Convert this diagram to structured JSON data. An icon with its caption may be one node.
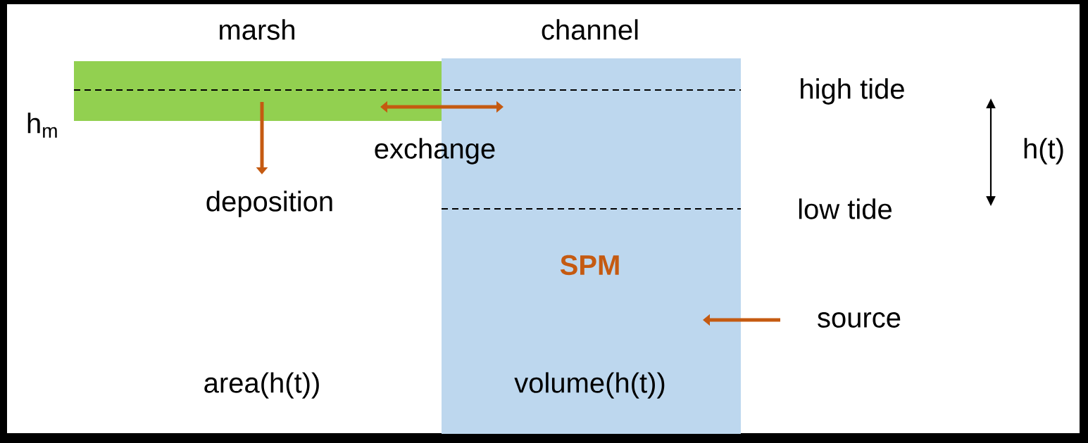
{
  "diagram": {
    "nodes": [
      {
        "text": [
          "marsh"
        ]
      },
      {
        "text": [
          "channel",
          "SPM",
          "volume(h(t))"
        ]
      },
      {
        "text": [
          "deposition"
        ]
      },
      {
        "text": [
          "source"
        ]
      }
    ],
    "edges": [
      {
        "from": 0,
        "to": 2,
        "arrow": "to"
      },
      {
        "from": 0,
        "to": 1,
        "arrow": "both",
        "label": "exchange"
      },
      {
        "from": 3,
        "to": 1,
        "arrow": "to"
      }
    ],
    "labels": [
      "h$_{m}$",
      "high tide",
      "low tide",
      "h(t)",
      "area(h(t))"
    ]
  }
}
